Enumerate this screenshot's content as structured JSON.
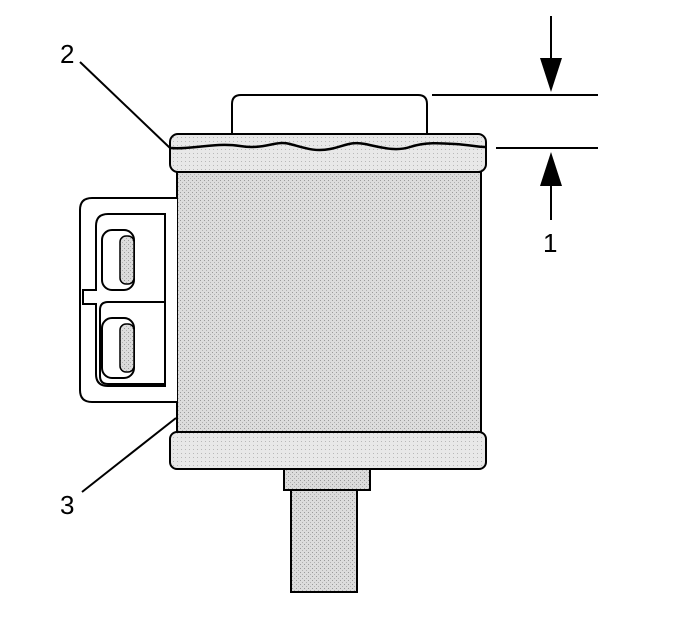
{
  "diagram": {
    "callouts": [
      {
        "id": "callout-1",
        "text": "1"
      },
      {
        "id": "callout-2",
        "text": "2"
      },
      {
        "id": "callout-3",
        "text": "3"
      }
    ],
    "colors": {
      "line": "#000000",
      "shade": "#d8d8d8",
      "background": "#ffffff"
    }
  }
}
